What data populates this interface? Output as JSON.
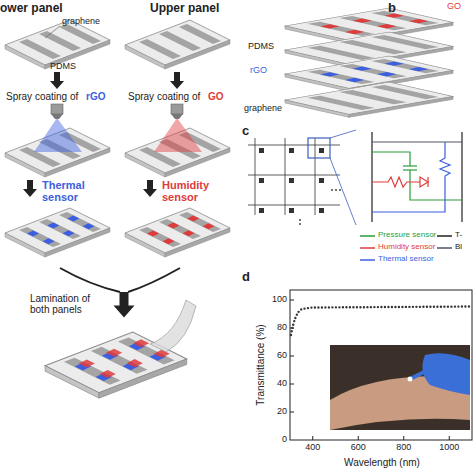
{
  "diagram": {
    "labels": [
      "ower panel",
      "Upper panel",
      "graphene",
      "PDMS",
      "Spray coating of",
      "rGO",
      "Spray coating of",
      "GO",
      "Thermal sensor",
      "Humidity sensor",
      "Lamination of both panels",
      "b",
      "GO",
      "PDMS",
      "rGO",
      "graphene",
      "c",
      "d",
      "100",
      "80",
      "60",
      "40",
      "20",
      "0",
      "400",
      "600",
      "800",
      "1000",
      "Transmittance (%)",
      "Wavelength (nm)"
    ],
    "legend": [
      {
        "text": "Pressure sensor"
      },
      {
        "text": "Humidity sensor"
      },
      {
        "text": "Thermal sensor"
      },
      {
        "text": "T-"
      },
      {
        "text": "Bl"
      }
    ]
  }
}
